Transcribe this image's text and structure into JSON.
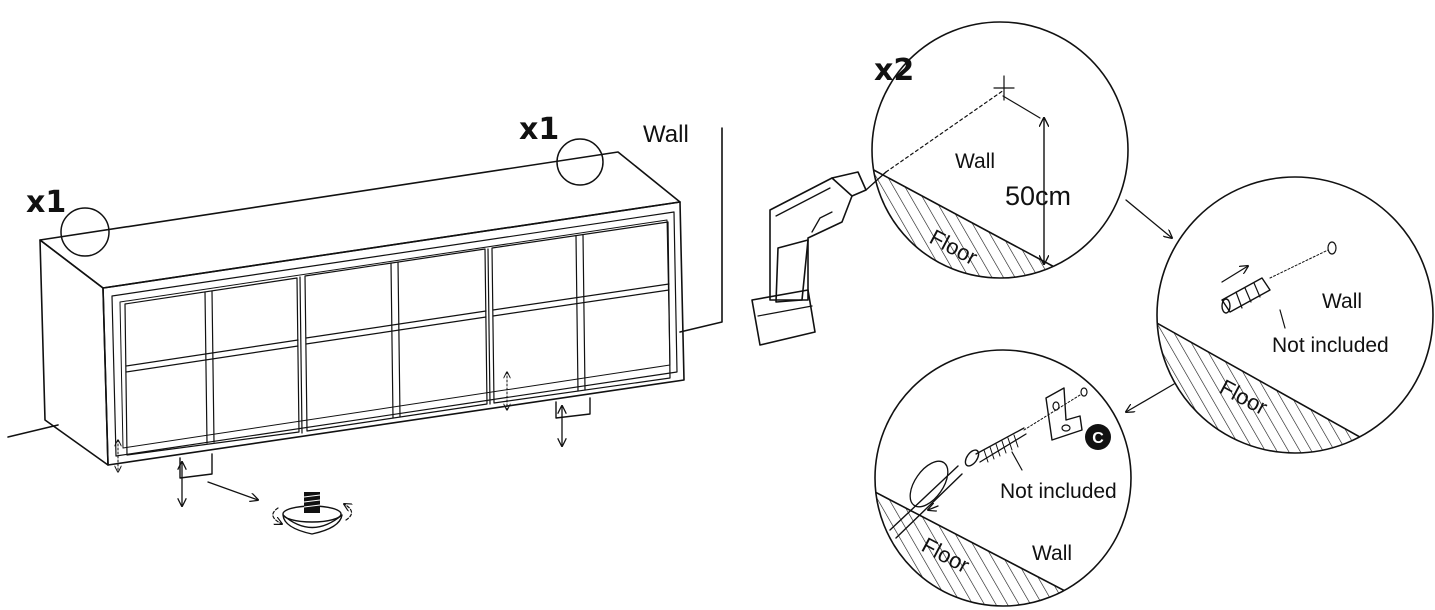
{
  "labels": {
    "qty_left": "x1",
    "qty_top": "x1",
    "qty_drill": "x2",
    "wall_main": "Wall",
    "wall_c1": "Wall",
    "wall_c2": "Wall",
    "wall_c3": "Wall",
    "floor_c1": "Floor",
    "floor_c2": "Floor",
    "floor_c3": "Floor",
    "distance": "50cm",
    "not_included_1": "Not included",
    "not_included_2": "Not included",
    "part_letter": "C"
  },
  "colors": {
    "ink": "#111111",
    "background": "#ffffff"
  },
  "icons": [
    "power-drill-icon",
    "wall-plug-icon",
    "screw-icon",
    "angle-bracket-icon",
    "adjustable-foot-icon",
    "rotation-arrow-icon"
  ]
}
